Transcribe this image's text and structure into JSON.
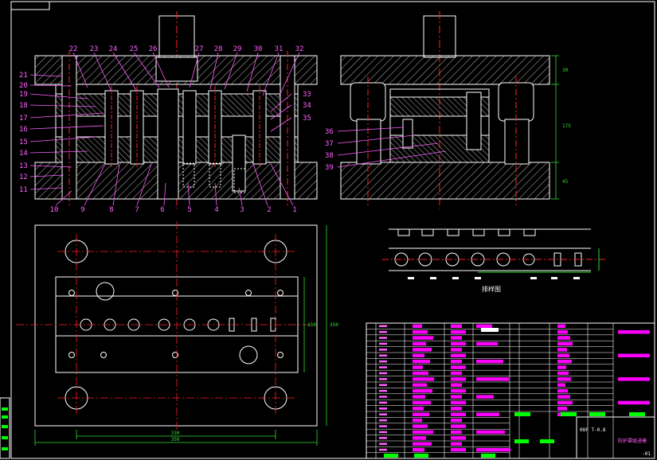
{
  "colors": {
    "background": "#000000",
    "outline": "#ffffff",
    "hatch": "#c8c8c8",
    "centerline": "#ff2020",
    "dimension": "#30e030",
    "leader": "#ff60ff",
    "highlight": "#ff00ff",
    "accent_green": "#00ff00",
    "frame": "#ffffff"
  },
  "front_view": {
    "callouts_top": [
      "22",
      "23",
      "24",
      "25",
      "26",
      "27",
      "28",
      "29",
      "30",
      "31",
      "32"
    ],
    "callouts_left": [
      "21",
      "20",
      "19",
      "18",
      "17",
      "16",
      "15",
      "14",
      "13",
      "12",
      "11"
    ],
    "callouts_right": [
      "33",
      "34",
      "35"
    ],
    "callouts_bottom": [
      "10",
      "9",
      "8",
      "7",
      "6",
      "5",
      "4",
      "3",
      "2",
      "1"
    ]
  },
  "side_view": {
    "callouts_left": [
      "36",
      "37",
      "38",
      "39"
    ],
    "dims_right": [
      "30",
      "175",
      "45"
    ]
  },
  "plan_view": {
    "dims_bottom": [
      "330",
      "350"
    ],
    "dims_right": [
      "150",
      "350"
    ]
  },
  "strip_layout": {
    "caption": "排样图"
  },
  "title_block": {
    "drawing_no": "08F T-0.8",
    "part_name": "防护罩级进模",
    "sheet_mark": "-01"
  }
}
